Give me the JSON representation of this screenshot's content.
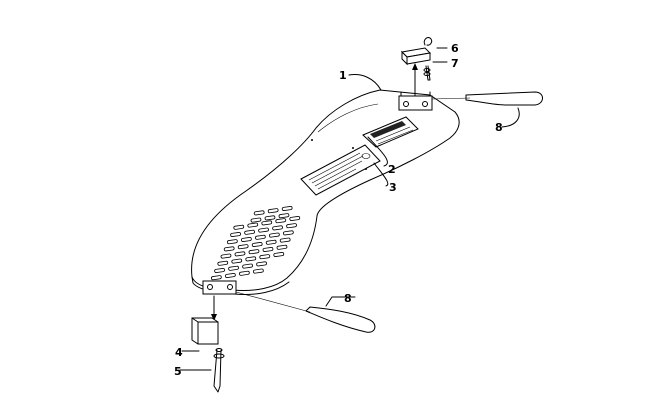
{
  "diagram": {
    "callouts": [
      {
        "id": "c1",
        "label": "1"
      },
      {
        "id": "c2",
        "label": "2"
      },
      {
        "id": "c3",
        "label": "3"
      },
      {
        "id": "c4",
        "label": "4"
      },
      {
        "id": "c5",
        "label": "5"
      },
      {
        "id": "c6",
        "label": "6"
      },
      {
        "id": "c7",
        "label": "7"
      },
      {
        "id": "c8a",
        "label": "8"
      },
      {
        "id": "c8b",
        "label": "8"
      }
    ]
  }
}
